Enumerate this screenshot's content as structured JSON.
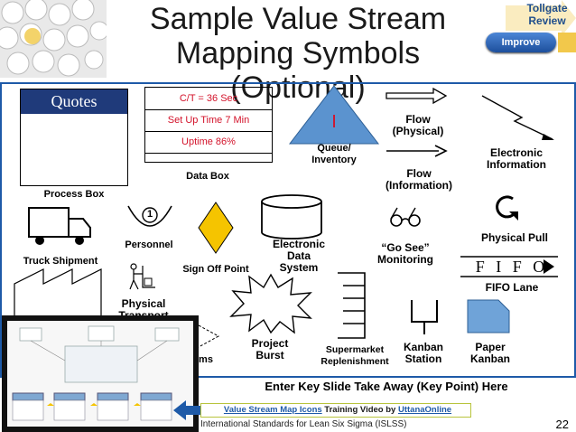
{
  "title": {
    "line1": "Sample Value Stream",
    "line2": "Mapping Symbols (Optional)"
  },
  "badge": {
    "tollgate_line1": "Tollgate",
    "tollgate_line2": "Review",
    "improve": "Improve"
  },
  "symbols": {
    "process_box": {
      "header": "Quotes",
      "label": "Process Box"
    },
    "data_box": {
      "rows": [
        "C/T = 36 Sec",
        "Set Up Time 7 Min",
        "Uptime 86%"
      ],
      "label": "Data Box"
    },
    "queue": {
      "mark": "I",
      "label_line1": "Queue/",
      "label_line2": "Inventory"
    },
    "flow_physical": {
      "line1": "Flow",
      "line2": "(Physical)"
    },
    "flow_information": {
      "line1": "Flow",
      "line2": "(Information)"
    },
    "electronic_information": {
      "line1": "Electronic",
      "line2": "Information"
    },
    "truck": {
      "label": "Truck Shipment"
    },
    "personnel": {
      "number": "1",
      "label": "Personnel"
    },
    "sign_off": {
      "label": "Sign Off Point"
    },
    "electronic_data": {
      "line1": "Electronic",
      "line2": "Data",
      "line3": "System"
    },
    "go_see": {
      "line1": "“Go See”",
      "line2": "Monitoring"
    },
    "physical_pull": {
      "label": "Physical Pull"
    },
    "fifo": {
      "mark": "F I F O",
      "label": "FIFO Lane"
    },
    "physical_transport": {
      "line1": "Physical",
      "line2": "Transport"
    },
    "project_burst": {
      "line1": "Project",
      "line2": "Burst"
    },
    "supermarket": {
      "line1": "Supermarket",
      "line2": "Replenishment"
    },
    "kanban_station": {
      "line1": "Kanban",
      "line2": "Station"
    },
    "paper_kanban": {
      "line1": "Paper",
      "line2": "Kanban"
    },
    "partial_label": "ms"
  },
  "key_point": "Enter Key Slide Take Away (Key Point) Here",
  "video_link": {
    "link1": "Value Stream Map Icons",
    "middle": " Training Video by ",
    "link2": "UttanaOnline"
  },
  "footer": "International Standards for Lean Six Sigma (ISLSS)",
  "page_number": "22",
  "colors": {
    "frame": "#1e5aa8",
    "process_header": "#1f3a7a",
    "data_text": "#d3122a",
    "triangle": "#5b93cf",
    "diamond": "#f5c400",
    "paper_kanban": "#6fa3d8"
  }
}
